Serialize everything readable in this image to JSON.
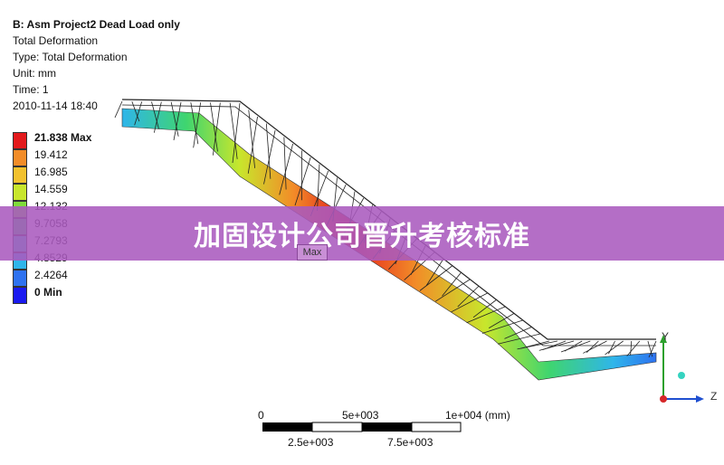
{
  "info": {
    "title": "B: Asm Project2 Dead Load only",
    "line1": "Total Deformation",
    "line2": "Type: Total Deformation",
    "line3": "Unit: mm",
    "line4": "Time: 1",
    "line5": "2010-11-14 18:40"
  },
  "legend": {
    "entries": [
      {
        "label": "21.838 Max",
        "color": "#e31a1c"
      },
      {
        "label": "19.412",
        "color": "#f28c28"
      },
      {
        "label": "16.985",
        "color": "#f2c12e"
      },
      {
        "label": "14.559",
        "color": "#c8e62c"
      },
      {
        "label": "12.132",
        "color": "#7fdc3a"
      },
      {
        "label": "9.7058",
        "color": "#3fd56f"
      },
      {
        "label": "7.2793",
        "color": "#35d3c0"
      },
      {
        "label": "4.8529",
        "color": "#2fb5ea"
      },
      {
        "label": "2.4264",
        "color": "#2e72f0"
      },
      {
        "label": "0 Min",
        "color": "#1a1af0"
      }
    ]
  },
  "banner": {
    "text": "加固设计公司晋升考核标准"
  },
  "model": {
    "max_tag": "Max"
  },
  "scale": {
    "top_labels": [
      "0",
      "5e+003",
      "1e+004 (mm)"
    ],
    "bottom_labels": [
      "2.5e+003",
      "7.5e+003"
    ]
  },
  "axes": {
    "y": "Y",
    "z": "Z"
  }
}
